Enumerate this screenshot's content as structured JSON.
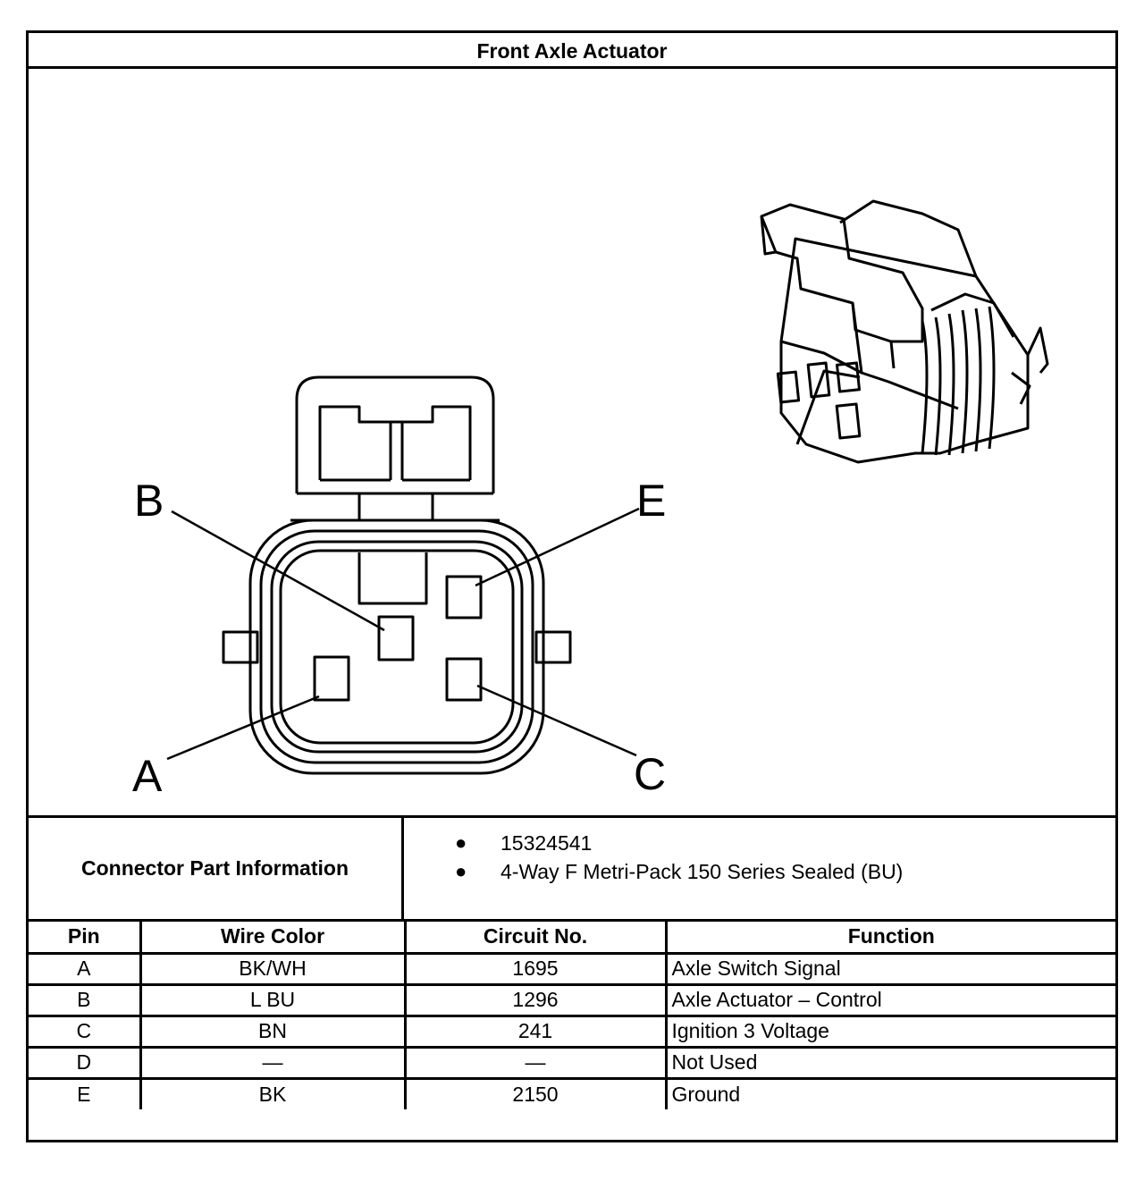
{
  "title": "Front Axle Actuator",
  "connector_face": {
    "pin_labels": {
      "A": "A",
      "B": "B",
      "C": "C",
      "E": "E"
    }
  },
  "connector_info": {
    "label": "Connector Part Information",
    "items": [
      "15324541",
      "4-Way F Metri-Pack 150 Series Sealed (BU)"
    ]
  },
  "pin_table": {
    "headers": [
      "Pin",
      "Wire Color",
      "Circuit No.",
      "Function"
    ],
    "rows": [
      {
        "pin": "A",
        "wire_color": "BK/WH",
        "circuit": "1695",
        "function": "Axle Switch Signal"
      },
      {
        "pin": "B",
        "wire_color": "L BU",
        "circuit": "1296",
        "function": "Axle Actuator – Control"
      },
      {
        "pin": "C",
        "wire_color": "BN",
        "circuit": "241",
        "function": "Ignition 3 Voltage"
      },
      {
        "pin": "D",
        "wire_color": "—",
        "circuit": "—",
        "function": "Not Used"
      },
      {
        "pin": "E",
        "wire_color": "BK",
        "circuit": "2150",
        "function": "Ground"
      }
    ]
  }
}
